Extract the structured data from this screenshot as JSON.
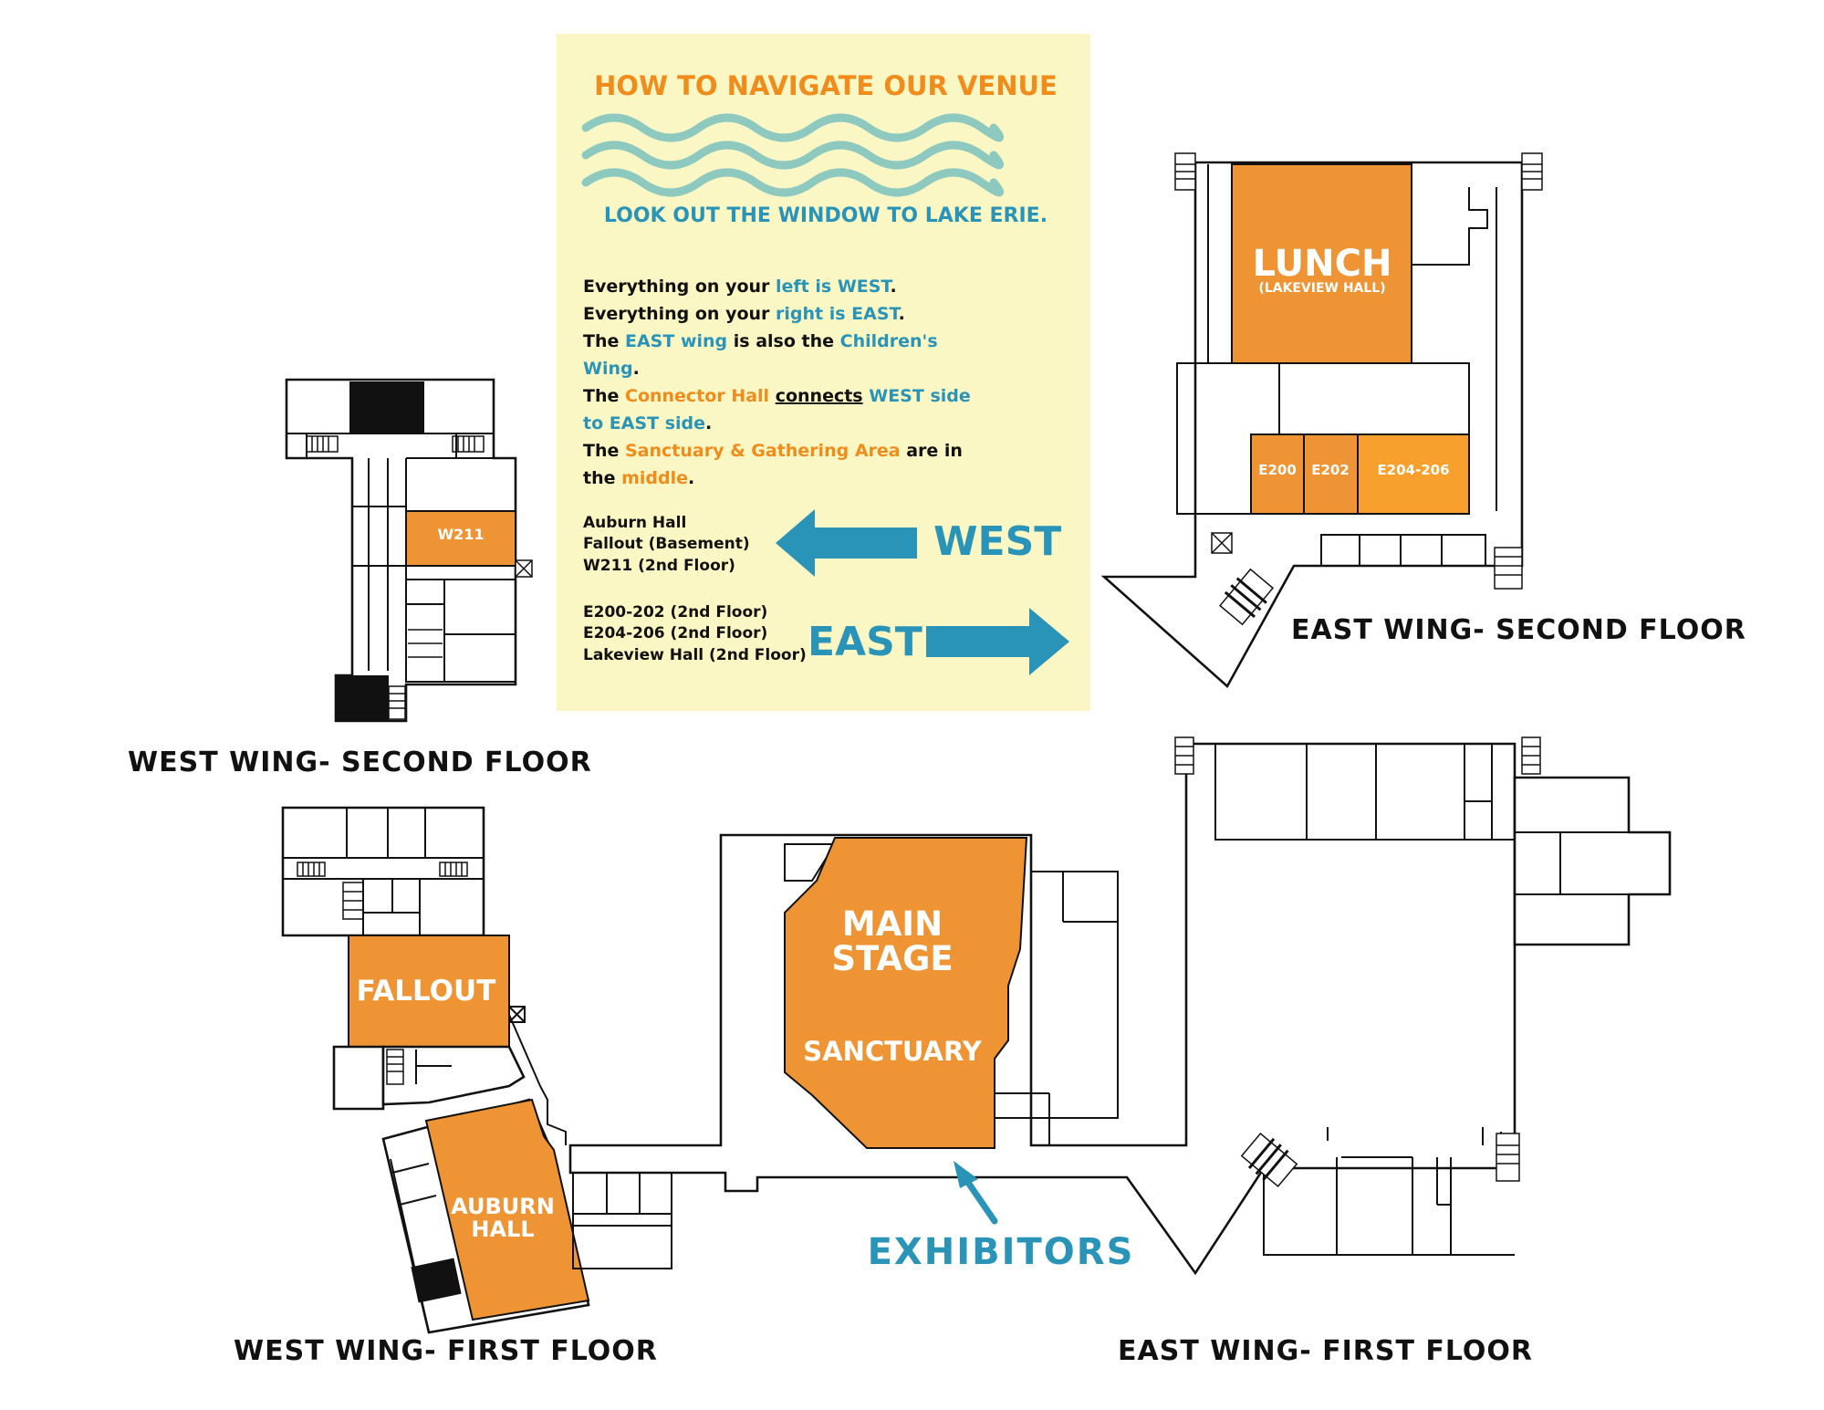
{
  "panel": {
    "heading": "HOW TO NAVIGATE OUR VENUE",
    "subheading": "LOOK OUT THE WINDOW TO LAKE ERIE.",
    "lines": [
      [
        "Everything on your ",
        "left is WEST",
        "."
      ],
      [
        "Everything on your ",
        "right is EAST",
        "."
      ],
      [
        "The ",
        "EAST wing",
        " is also the ",
        "Children's"
      ],
      [
        "Wing",
        "."
      ],
      [
        "The ",
        "Connector Hall",
        " ",
        "connects",
        " ",
        "WEST side"
      ],
      [
        "to EAST side",
        "."
      ],
      [
        "The ",
        "Sanctuary & Gathering Area",
        " are in"
      ],
      [
        "the ",
        "middle",
        "."
      ]
    ],
    "west_list": [
      "Auburn Hall",
      "Fallout (Basement)",
      "W211 (2nd Floor)"
    ],
    "west_label": "WEST",
    "east_list": [
      "E200-202 (2nd Floor)",
      "E204-206 (2nd Floor)",
      "Lakeview Hall (2nd Floor)"
    ],
    "east_label": "EAST"
  },
  "floors": {
    "west_second": "WEST WING- SECOND FLOOR",
    "east_second": "EAST WING- SECOND FLOOR",
    "west_first": "WEST WING- FIRST FLOOR",
    "east_first": "EAST WING- FIRST FLOOR"
  },
  "rooms": {
    "w211": "W211",
    "lunch": "LUNCH",
    "lunch_sub": "(LAKEVIEW HALL)",
    "e200": "E200",
    "e202": "E202",
    "e204": "E204-206",
    "fallout": "FALLOUT",
    "main_stage_1": "MAIN",
    "main_stage_2": "STAGE",
    "sanctuary": "SANCTUARY",
    "auburn_1": "AUBURN",
    "auburn_2": "HALL",
    "exhibitors": "EXHIBITORS"
  },
  "colors": {
    "room_orange": "#ef9434",
    "panel_bg": "#fbf7c4",
    "accent_blue": "#2a94b8",
    "accent_orange": "#ef8c1c"
  }
}
